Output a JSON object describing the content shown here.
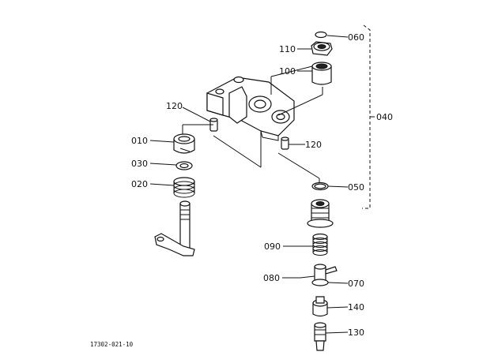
{
  "callouts": [
    {
      "id": "c060",
      "text": "060"
    },
    {
      "id": "c110",
      "text": "110"
    },
    {
      "id": "c100",
      "text": "100"
    },
    {
      "id": "c120a",
      "text": "120"
    },
    {
      "id": "c040",
      "text": "040"
    },
    {
      "id": "c010",
      "text": "010"
    },
    {
      "id": "c120b",
      "text": "120"
    },
    {
      "id": "c030",
      "text": "030"
    },
    {
      "id": "c020",
      "text": "020"
    },
    {
      "id": "c050",
      "text": "050"
    },
    {
      "id": "c090",
      "text": "090"
    },
    {
      "id": "c080",
      "text": "080"
    },
    {
      "id": "c070",
      "text": "070"
    },
    {
      "id": "c140",
      "text": "140"
    },
    {
      "id": "c130",
      "text": "130"
    }
  ],
  "figure_code": "17302-021-10"
}
